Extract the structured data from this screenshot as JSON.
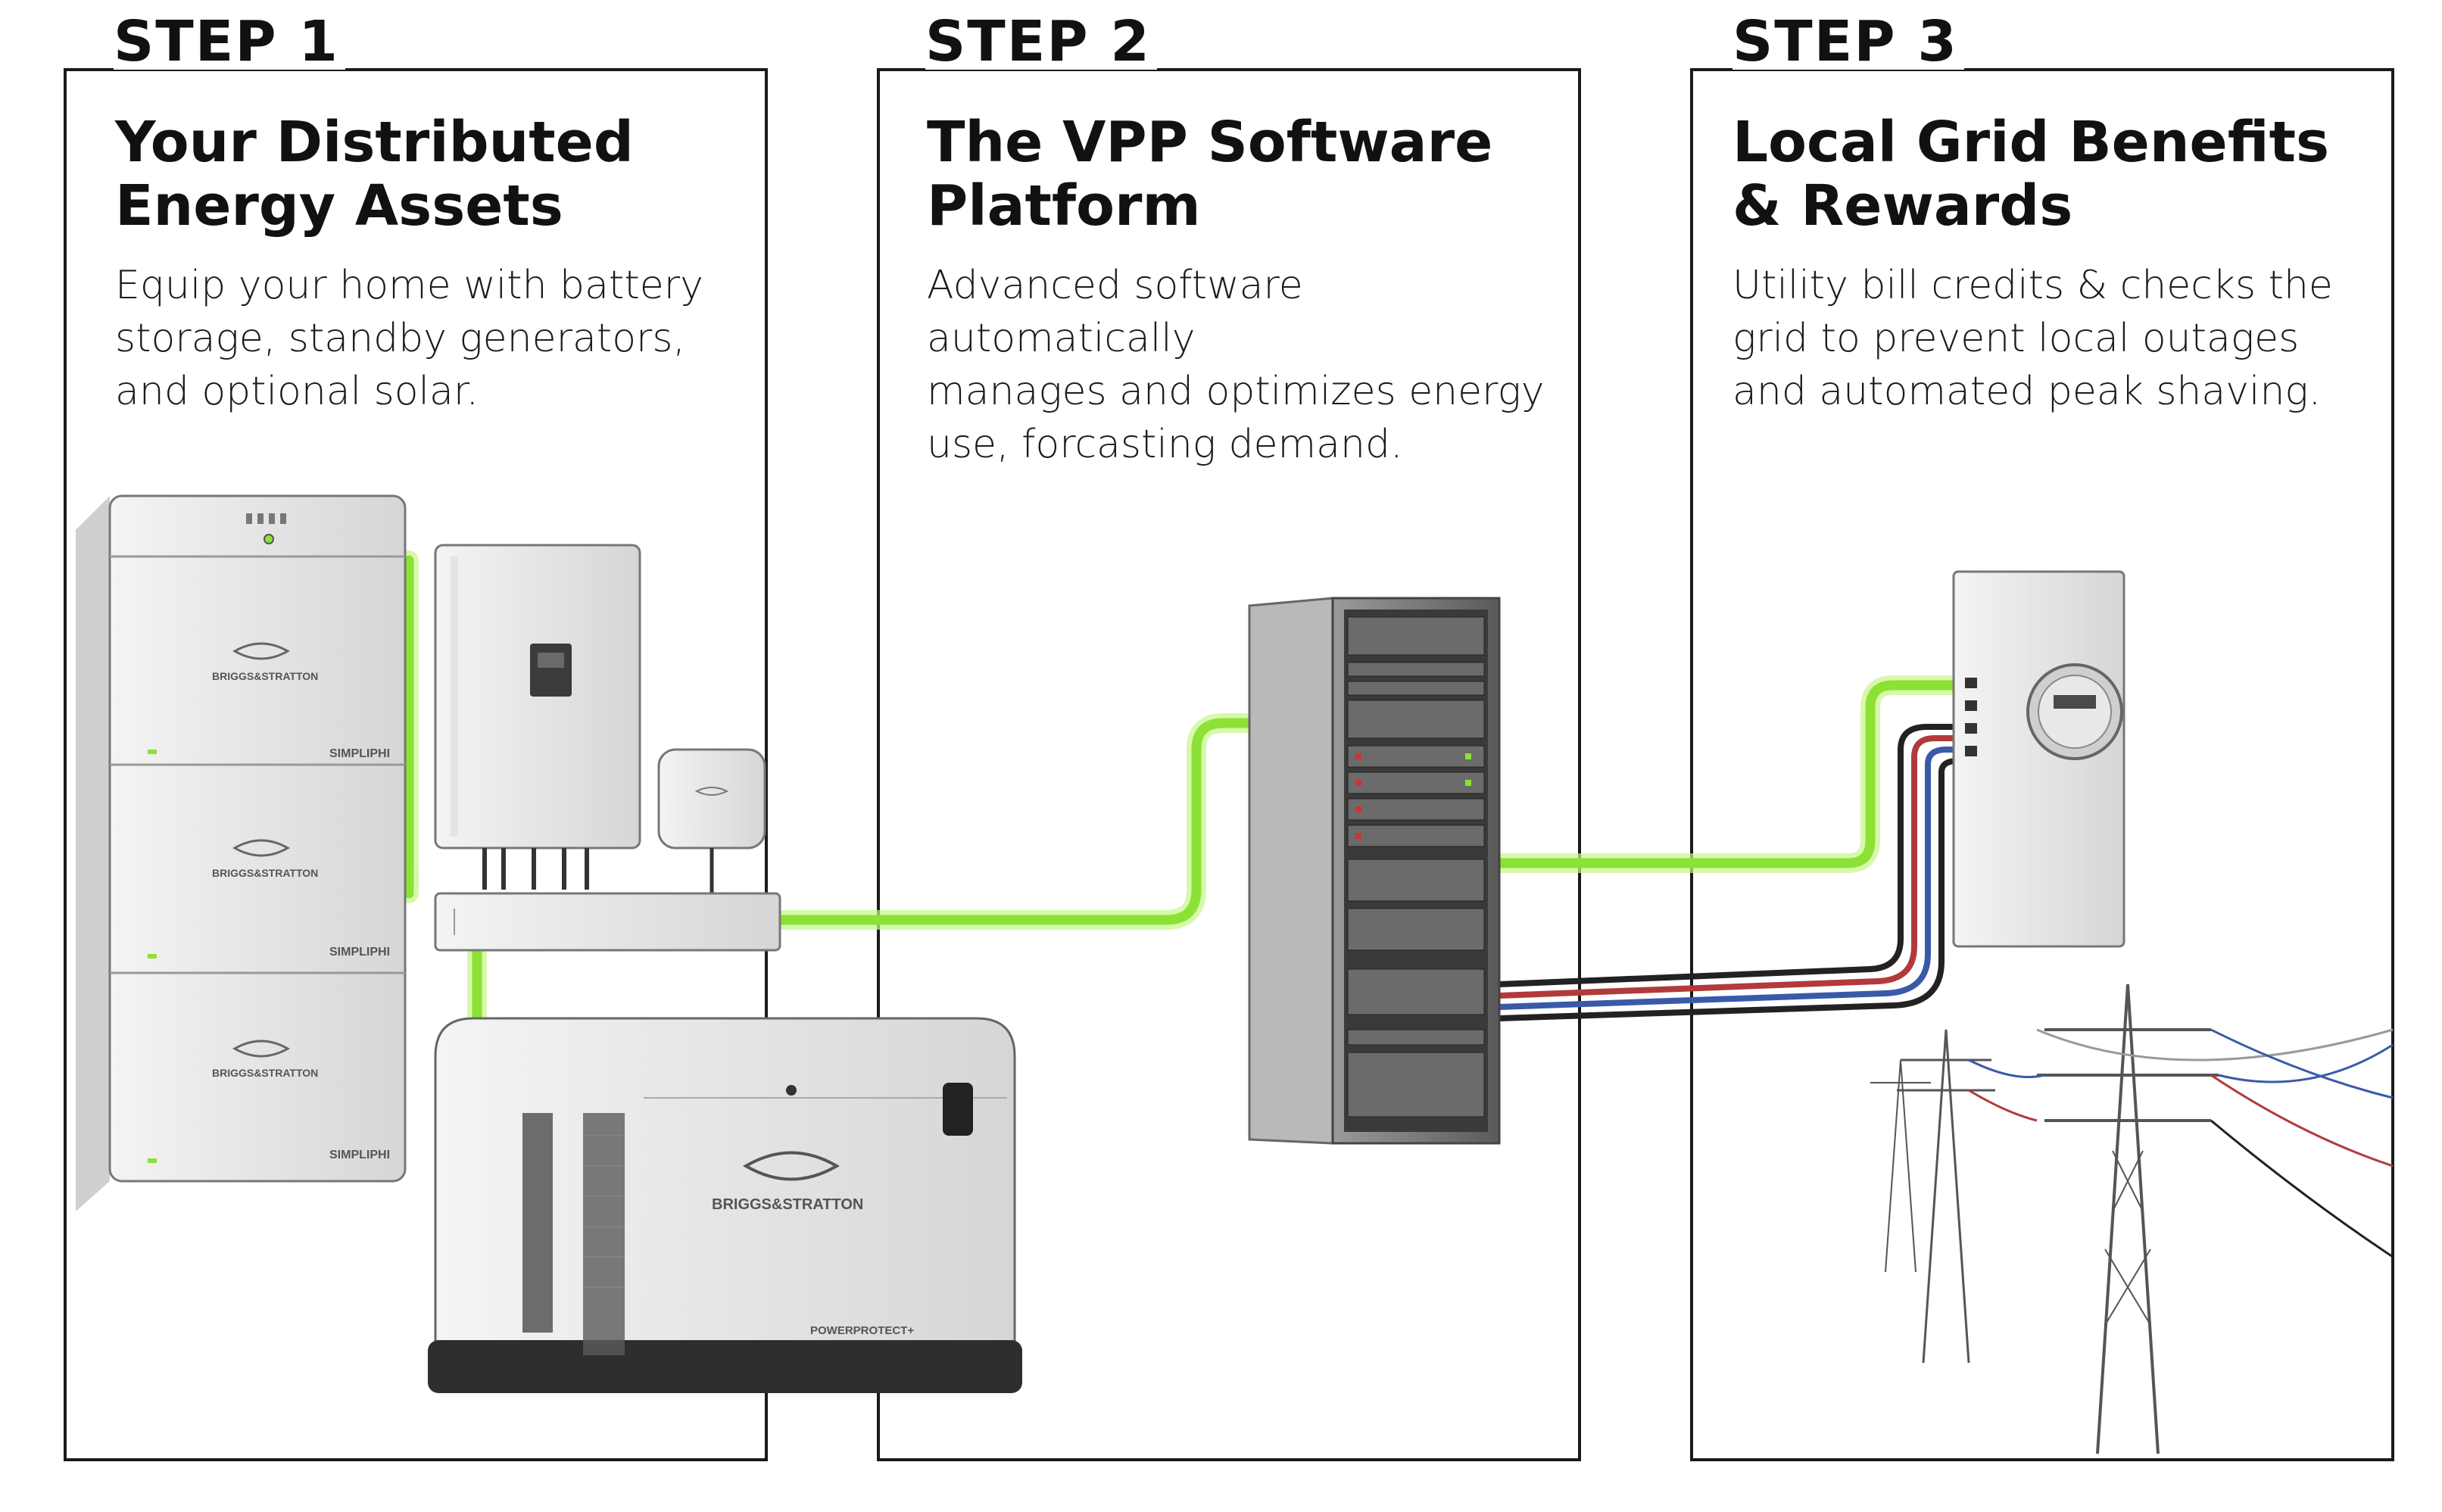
{
  "steps": [
    {
      "step": "STEP 1",
      "title_lines": [
        "Your Distributed",
        "Energy Assets"
      ],
      "desc_lines": [
        "Equip your home with battery",
        "storage, standby generators,",
        "and optional solar."
      ]
    },
    {
      "step": "STEP 2",
      "title_lines": [
        "The VPP Software",
        "Platform"
      ],
      "desc_lines": [
        "Advanced software automatically",
        "manages and optimizes energy",
        "use, forcasting demand."
      ]
    },
    {
      "step": "STEP 3",
      "title_lines": [
        "Local Grid Benefits",
        "& Rewards"
      ],
      "desc_lines": [
        "Utility bill credits & checks the",
        "grid to prevent local outages",
        "and automated peak shaving."
      ]
    }
  ],
  "device_labels": {
    "battery_brand": "BRIGGS&STRATTON",
    "battery_model": "SIMPLIPHI",
    "generator_brand": "BRIGGS&STRATTON",
    "generator_model": "POWERPROTECT+"
  },
  "colors": {
    "energy_line": "#8be234",
    "energy_glow": "#c6f58a",
    "frame": "#1a1a1a",
    "cable_red": "#b23a3a",
    "cable_blue": "#3a5aa8",
    "cable_black": "#222222"
  },
  "icons": [
    "battery-stack-icon",
    "inverter-icon",
    "smart-hub-icon",
    "junction-box-icon",
    "generator-icon",
    "server-rack-icon",
    "electric-meter-icon",
    "transmission-tower-icon"
  ]
}
